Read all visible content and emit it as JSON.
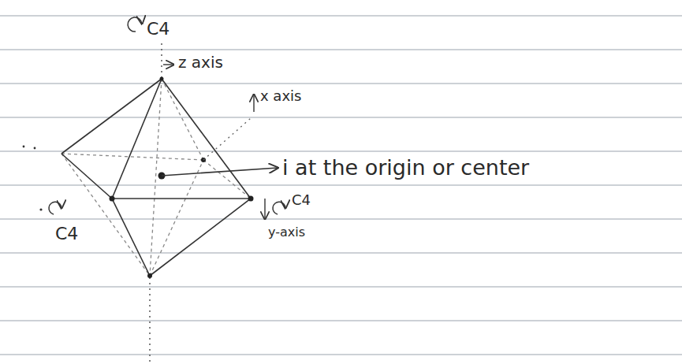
{
  "diagram": {
    "labels": [
      "C4",
      "z axis",
      "x axis",
      "i at the origin or center",
      "C4",
      "C4",
      "y-axis"
    ]
  }
}
